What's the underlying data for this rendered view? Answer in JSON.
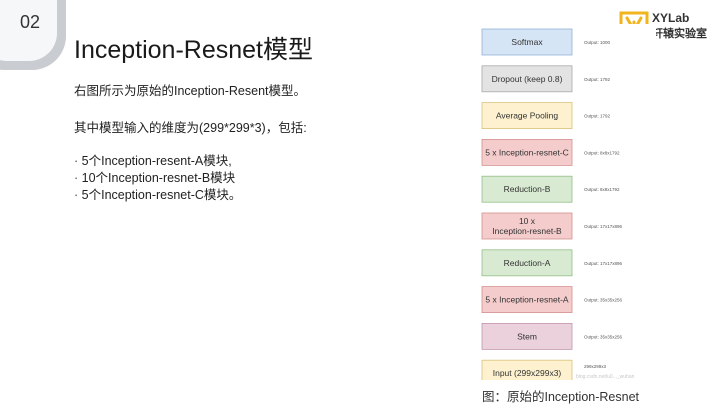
{
  "slide": {
    "number": "02",
    "title": "Inception-Resnet模型",
    "intro": "右图所示为原始的Inception-Resent模型。",
    "dims_text": "其中模型输入的维度为(299*299*3)，包括:",
    "bullets": [
      "5个Inception-resent-A模块,",
      "10个Inception-resnet-B模块",
      "5个Inception-resnet-C模块。"
    ]
  },
  "logo": {
    "brand_en": "XYLab",
    "brand_cn": "轩辕实验室",
    "color": "#f2b41c"
  },
  "diagram": {
    "blocks": [
      {
        "lines": [
          "Softmax"
        ],
        "output": "Output: 1000",
        "fill": "#d6e5f5",
        "stroke": "#8fb2d8"
      },
      {
        "lines": [
          "Dropout (keep 0.8)"
        ],
        "output": "Output: 1792",
        "fill": "#e3e3e3",
        "stroke": "#a9a9a9"
      },
      {
        "lines": [
          "Average Pooling"
        ],
        "output": "Output: 1792",
        "fill": "#fdf1cf",
        "stroke": "#d9c27a"
      },
      {
        "lines": [
          "5 x Inception-resnet-C"
        ],
        "output": "Output: 8x8x1792",
        "fill": "#f4cccc",
        "stroke": "#d49191"
      },
      {
        "lines": [
          "Reduction-B"
        ],
        "output": "Output: 8x8x1792",
        "fill": "#d9ead3",
        "stroke": "#93bf86"
      },
      {
        "lines": [
          "10 x",
          "Inception-resnet-B"
        ],
        "output": "Output: 17x17x896",
        "fill": "#f4cccc",
        "stroke": "#d49191"
      },
      {
        "lines": [
          "Reduction-A"
        ],
        "output": "Output: 17x17x896",
        "fill": "#d9ead3",
        "stroke": "#93bf86"
      },
      {
        "lines": [
          "5 x Inception-resnet-A"
        ],
        "output": "Output: 35x35x256",
        "fill": "#f4cccc",
        "stroke": "#d49191"
      },
      {
        "lines": [
          "Stem"
        ],
        "output": "Output: 35x35x256",
        "fill": "#ead1dc",
        "stroke": "#c497ad"
      },
      {
        "lines": [
          "Input (299x299x3)"
        ],
        "output": "299x299x3",
        "fill": "#fdf1cf",
        "stroke": "#d9c27a"
      }
    ],
    "watermark": "blog.csdn.net/u0..._wuhan"
  },
  "caption": "图：原始的Inception-Resnet"
}
